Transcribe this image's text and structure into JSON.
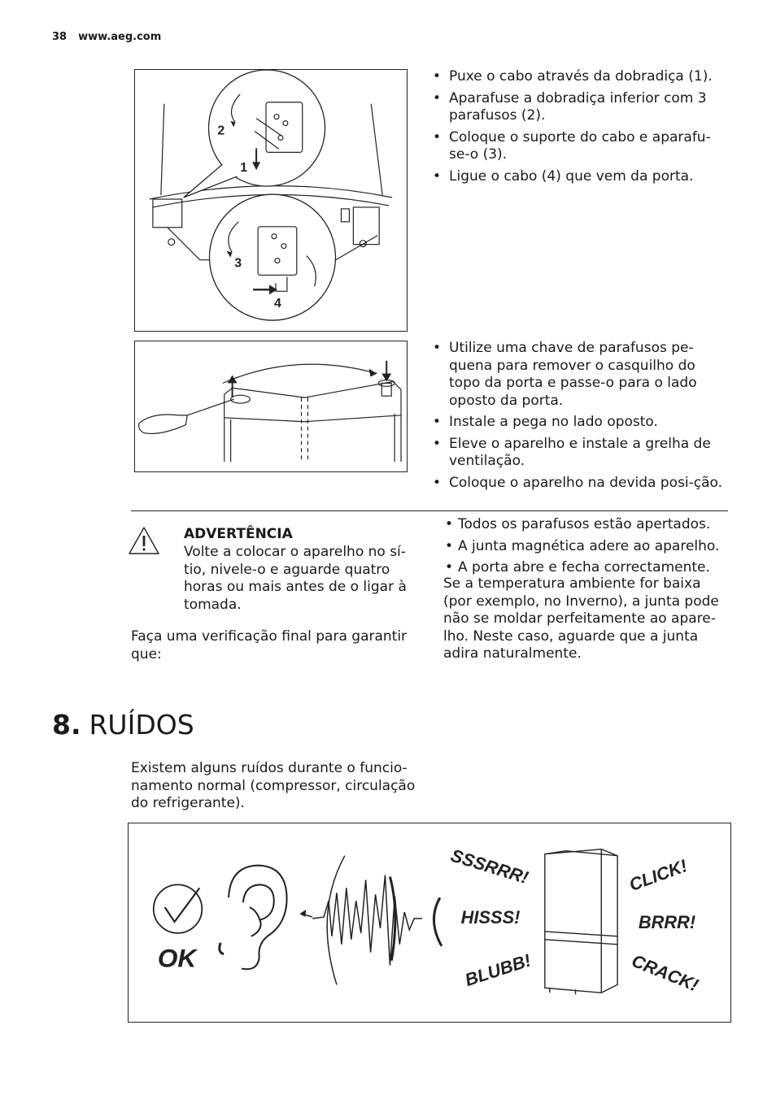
{
  "header": {
    "page_number": "38",
    "site": "www.aeg.com"
  },
  "figure1": {
    "callout_labels": [
      "2",
      "1",
      "3",
      "4"
    ],
    "bullets": [
      "Puxe o cabo através da dobradiça (1).",
      "Aparafuse a dobradiça inferior com 3 parafusos (2).",
      "Coloque o suporte do cabo e aparafu-se-o (3).",
      "Ligue o cabo (4) que vem da porta."
    ]
  },
  "figure2": {
    "bullets": [
      "Utilize uma chave de parafusos pe-quena para remover o casquilho do topo da porta e passe-o para o lado oposto da porta.",
      "Instale a pega no lado oposto.",
      "Eleve o aparelho e instale a grelha de ventilação.",
      "Coloque o aparelho na devida posi-ção."
    ]
  },
  "warning": {
    "icon": "warning-triangle-icon",
    "title": "ADVERTÊNCIA",
    "text": "Volte a colocar o aparelho no sí-tio, nivele-o e aguarde quatro horas ou mais antes de o ligar à tomada."
  },
  "final_check": {
    "intro": "Faça uma verificação final para garantir que:",
    "bullets": [
      "Todos os parafusos estão apertados.",
      "A junta magnética adere ao aparelho.",
      "A porta abre e fecha correctamente."
    ],
    "note": "Se a temperatura ambiente for baixa (por exemplo, no Inverno), a junta pode não se moldar perfeitamente ao apare-lho. Neste caso, aguarde que a junta adira naturalmente."
  },
  "section": {
    "number": "8.",
    "title": "RUÍDOS",
    "intro": "Existem alguns ruídos durante o funcio-namento normal (compressor, circulação do refrigerante)."
  },
  "noise_figure": {
    "ok_label": "OK",
    "sounds": [
      "SSSRRR!",
      "HISSS!",
      "BLUBB!",
      "CLICK!",
      "BRRR!",
      "CRACK!"
    ]
  }
}
